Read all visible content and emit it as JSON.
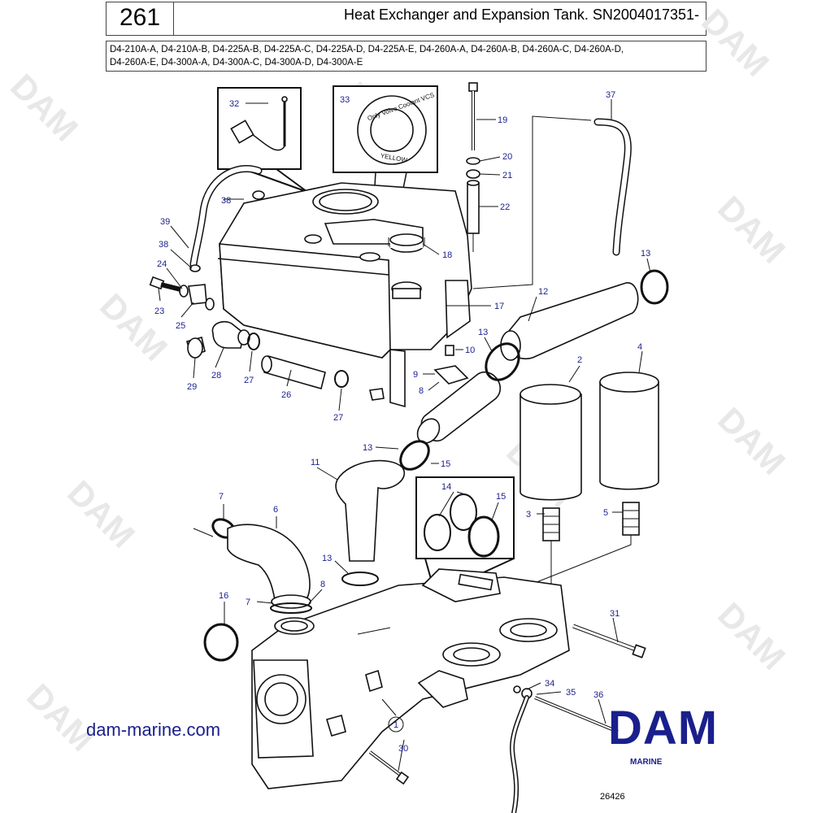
{
  "header": {
    "page_number": "261",
    "title": "Heat Exchanger and Expansion Tank. SN2004017351-",
    "models_line1": "D4-210A-A, D4-210A-B, D4-225A-B, D4-225A-C, D4-225A-D, D4-225A-E, D4-260A-A, D4-260A-B, D4-260A-C, D4-260A-D,",
    "models_line2": "D4-260A-E, D4-300A-A, D4-300A-C, D4-300A-D, D4-300A-E"
  },
  "insets": {
    "cap_text_top": "Only Volvo Coolant VCS",
    "cap_text_bottom": "YELLOW"
  },
  "watermark": "DAM",
  "callouts": {
    "c1": "1",
    "c2": "2",
    "c3": "3",
    "c4": "4",
    "c5": "5",
    "c6": "6",
    "c7a": "7",
    "c7b": "7",
    "c8a": "8",
    "c8b": "8",
    "c9": "9",
    "c10": "10",
    "c11": "11",
    "c12": "12",
    "c13a": "13",
    "c13b": "13",
    "c13c": "13",
    "c13d": "13",
    "c14": "14",
    "c15a": "15",
    "c15b": "15",
    "c16": "16",
    "c17": "17",
    "c18": "18",
    "c19": "19",
    "c20": "20",
    "c21": "21",
    "c22": "22",
    "c23": "23",
    "c24": "24",
    "c25": "25",
    "c26": "26",
    "c27a": "27",
    "c27b": "27",
    "c28": "28",
    "c29": "29",
    "c30": "30",
    "c31": "31",
    "c32": "32",
    "c33": "33",
    "c34": "34",
    "c35": "35",
    "c36": "36",
    "c37": "37",
    "c38a": "38",
    "c38b": "38",
    "c39": "39"
  },
  "footer": {
    "website": "dam-marine.com",
    "logo_text": "DAM",
    "logo_subtext": "MARINE",
    "drawing_number": "26426"
  },
  "colors": {
    "callout_blue": "#1a1f8c",
    "watermark_gray": "#e8e8e8"
  }
}
